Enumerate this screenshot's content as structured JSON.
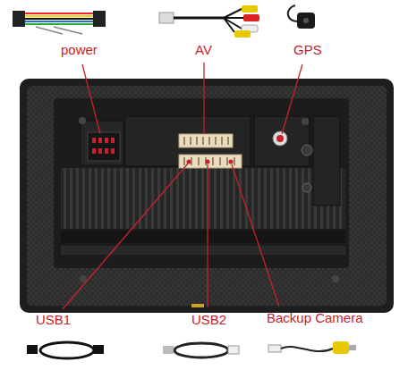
{
  "diagram": {
    "labels": [
      "power",
      "AV",
      "GPS",
      "USB1",
      "USB2",
      "Backup Camera"
    ]
  }
}
